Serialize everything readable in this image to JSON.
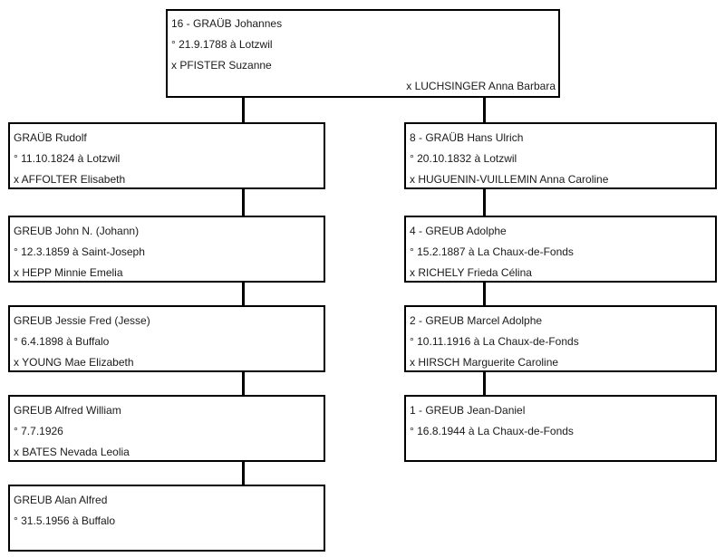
{
  "colors": {
    "background": "#ffffff",
    "box_border": "#000000",
    "text": "#1a1a1a",
    "connector": "#000000"
  },
  "root": {
    "name": "16 - GRAÜB Johannes",
    "birth": "° 21.9.1788 à Lotzwil",
    "spouse": "x PFISTER Suzanne",
    "spouse2": "x LUCHSINGER Anna Barbara"
  },
  "left_branch": [
    {
      "name": "GRAÜB Rudolf",
      "birth": "° 11.10.1824 à Lotzwil",
      "spouse": "x AFFOLTER Elisabeth"
    },
    {
      "name": "GREUB John N. (Johann)",
      "birth": "° 12.3.1859 à Saint-Joseph",
      "spouse": "x HEPP Minnie Emelia"
    },
    {
      "name": "GREUB Jessie Fred (Jesse)",
      "birth": "° 6.4.1898 à Buffalo",
      "spouse": "x YOUNG Mae Elizabeth"
    },
    {
      "name": "GREUB Alfred William",
      "birth": "° 7.7.1926",
      "spouse": "x BATES Nevada Leolia"
    },
    {
      "name": "GREUB Alan Alfred",
      "birth": "° 31.5.1956 à Buffalo"
    }
  ],
  "right_branch": [
    {
      "name": "8 - GRAÜB Hans Ulrich",
      "birth": "° 20.10.1832 à Lotzwil",
      "spouse": "x HUGUENIN-VUILLEMIN Anna Caroline"
    },
    {
      "name": "4 - GREUB Adolphe",
      "birth": "° 15.2.1887 à La Chaux-de-Fonds",
      "spouse": "x RICHELY Frieda Célina"
    },
    {
      "name": "2 - GREUB Marcel Adolphe",
      "birth": "° 10.11.1916 à La Chaux-de-Fonds",
      "spouse": "x HIRSCH Marguerite Caroline"
    },
    {
      "name": "1 - GREUB Jean-Daniel",
      "birth": "° 16.8.1944 à La Chaux-de-Fonds"
    }
  ]
}
